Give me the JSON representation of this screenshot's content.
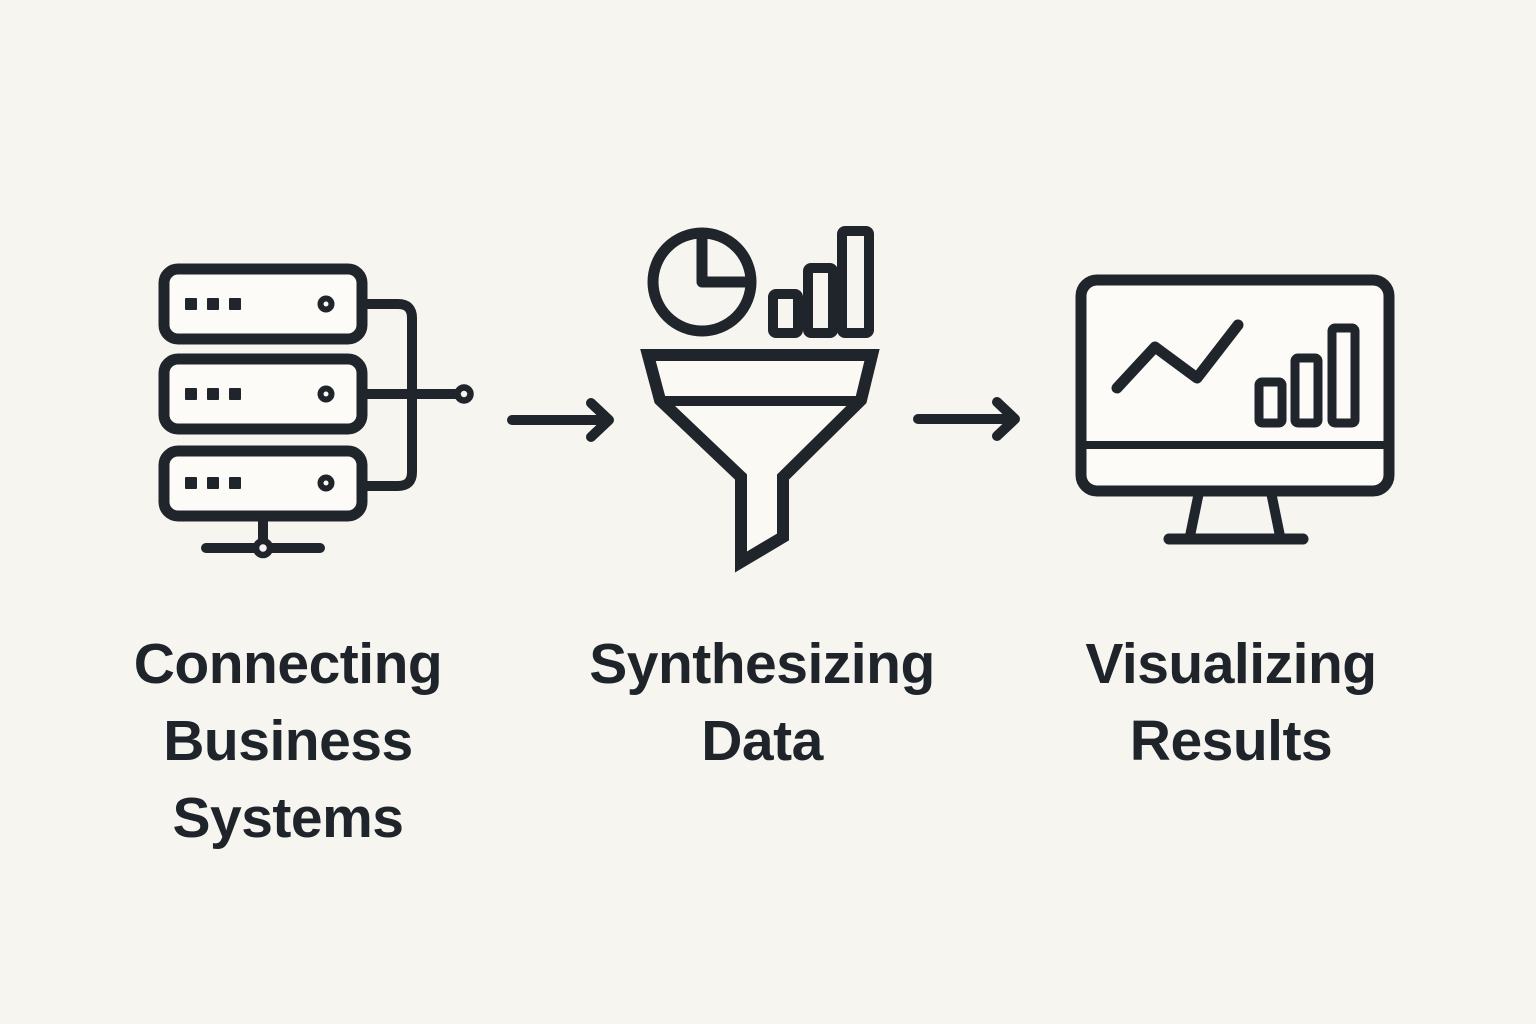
{
  "diagram": {
    "title": "",
    "steps": [
      {
        "id": "connecting-business-systems",
        "icon": "server-stack",
        "label": "Connecting\nBusiness\nSystems"
      },
      {
        "id": "synthesizing-data",
        "icon": "funnel-with-pie-and-bar-charts",
        "label": "Synthesizing\nData"
      },
      {
        "id": "visualizing-results",
        "icon": "monitor-with-line-and-bar-charts",
        "label": "Visualizing\nResults"
      }
    ],
    "connectors": [
      {
        "type": "arrow-right",
        "between": [
          "connecting-business-systems",
          "synthesizing-data"
        ]
      },
      {
        "type": "arrow-right",
        "between": [
          "synthesizing-data",
          "visualizing-results"
        ]
      }
    ],
    "colors": {
      "background": "#f7f5f0",
      "ink": "#20252b",
      "funnel_fill": "#fbf9f4",
      "panel_fill": "#fcfbf7",
      "text": "#1f242b"
    }
  }
}
